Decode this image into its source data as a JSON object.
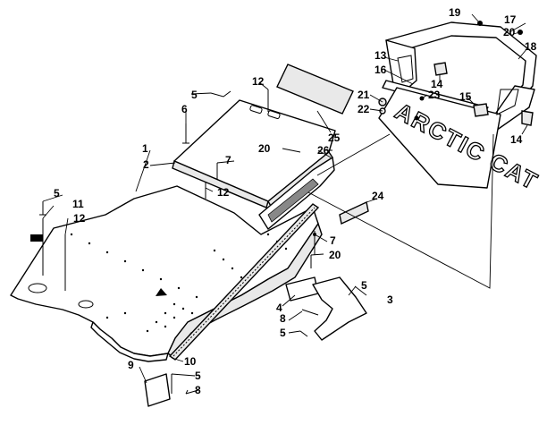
{
  "diagram": {
    "brand_text": "ARCTIC CAT",
    "callouts": [
      {
        "id": "c1",
        "label": "1"
      },
      {
        "id": "c2",
        "label": "2"
      },
      {
        "id": "c3",
        "label": "3"
      },
      {
        "id": "c4",
        "label": "4"
      },
      {
        "id": "c5a",
        "label": "5"
      },
      {
        "id": "c5b",
        "label": "5"
      },
      {
        "id": "c5c",
        "label": "5"
      },
      {
        "id": "c5d",
        "label": "5"
      },
      {
        "id": "c5e",
        "label": "5"
      },
      {
        "id": "c6",
        "label": "6"
      },
      {
        "id": "c7a",
        "label": "7"
      },
      {
        "id": "c7b",
        "label": "7"
      },
      {
        "id": "c8a",
        "label": "8"
      },
      {
        "id": "c8b",
        "label": "8"
      },
      {
        "id": "c9",
        "label": "9"
      },
      {
        "id": "c10",
        "label": "10"
      },
      {
        "id": "c11",
        "label": "11"
      },
      {
        "id": "c12a",
        "label": "12"
      },
      {
        "id": "c12b",
        "label": "12"
      },
      {
        "id": "c12c",
        "label": "12"
      },
      {
        "id": "c13",
        "label": "13"
      },
      {
        "id": "c14a",
        "label": "14"
      },
      {
        "id": "c14b",
        "label": "14"
      },
      {
        "id": "c15",
        "label": "15"
      },
      {
        "id": "c16",
        "label": "16"
      },
      {
        "id": "c17",
        "label": "17"
      },
      {
        "id": "c18",
        "label": "18"
      },
      {
        "id": "c19",
        "label": "19"
      },
      {
        "id": "c20a",
        "label": "20"
      },
      {
        "id": "c20b",
        "label": "20"
      },
      {
        "id": "c20c",
        "label": "20"
      },
      {
        "id": "c21",
        "label": "21"
      },
      {
        "id": "c22",
        "label": "22"
      },
      {
        "id": "c23",
        "label": "23"
      },
      {
        "id": "c24",
        "label": "24"
      },
      {
        "id": "c25",
        "label": "25"
      },
      {
        "id": "c26",
        "label": "26"
      }
    ]
  }
}
